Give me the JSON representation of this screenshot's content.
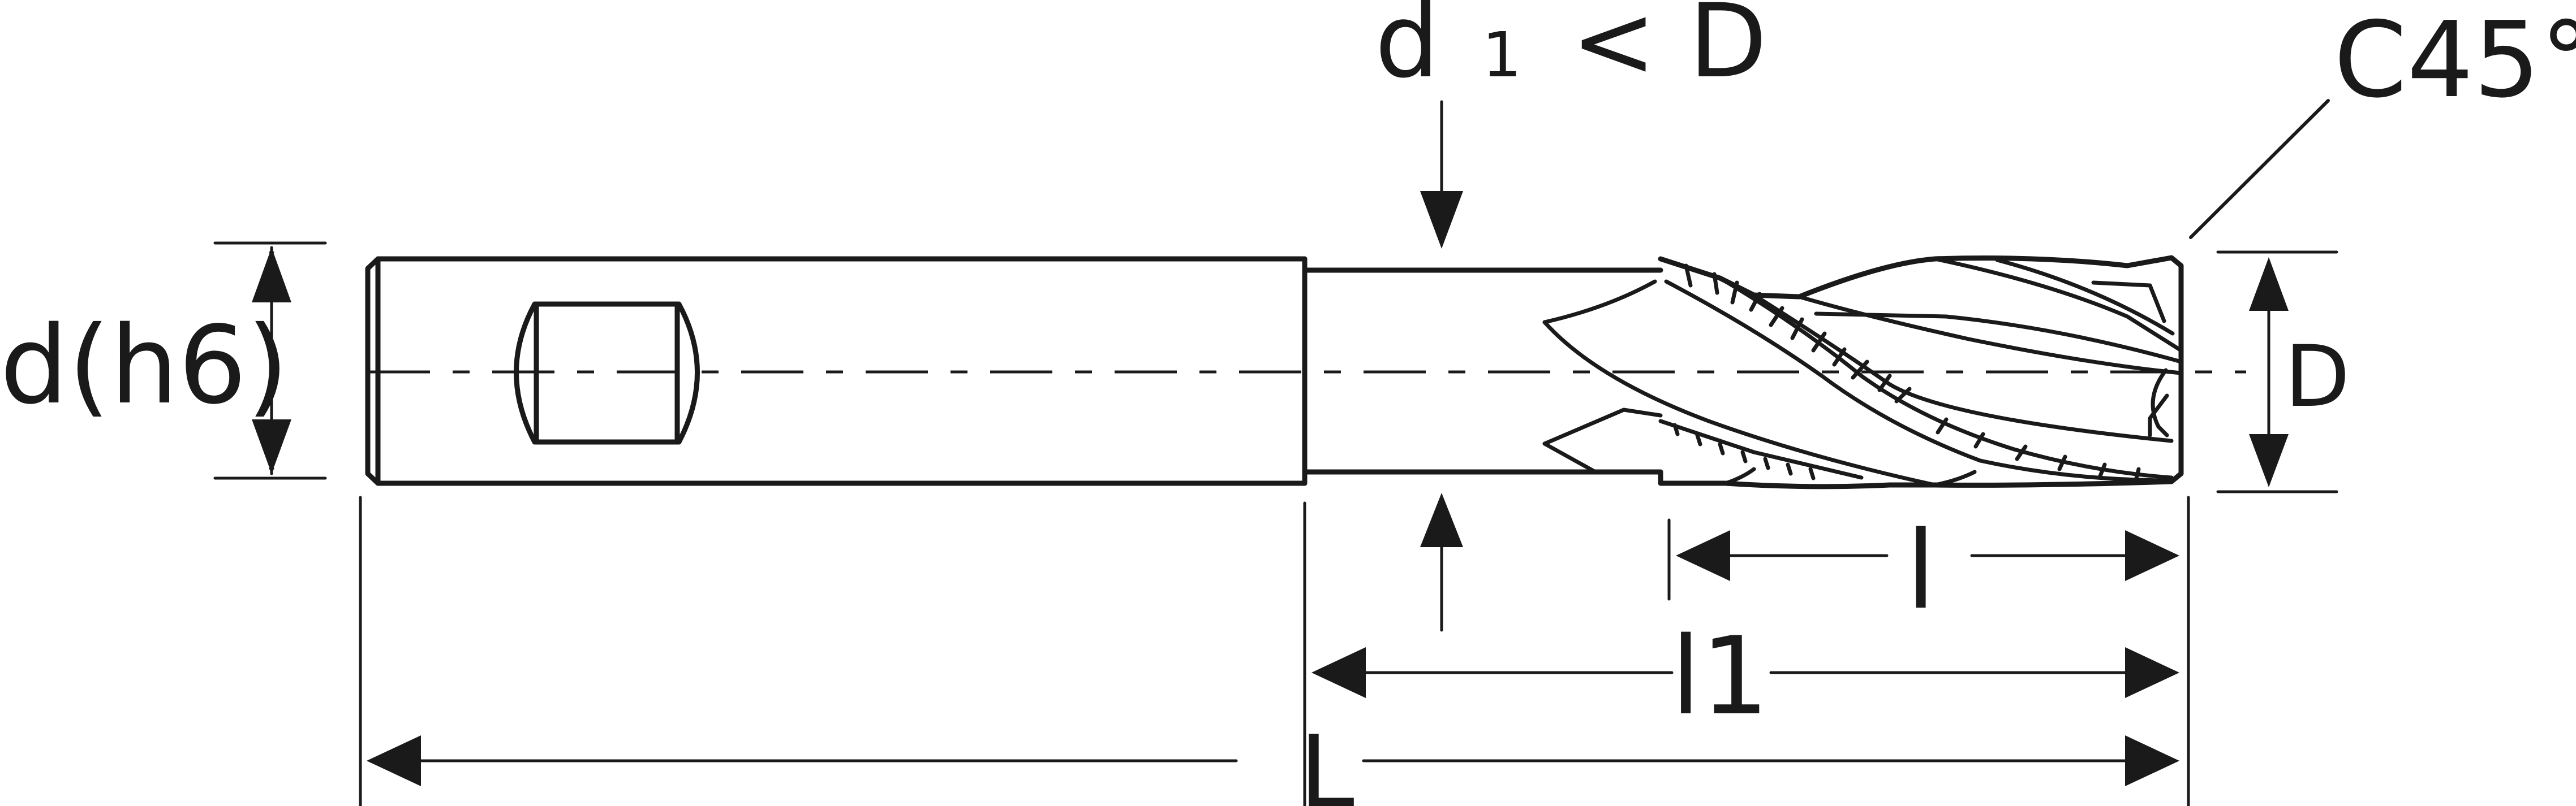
{
  "labels": {
    "shank_diameter": "d(h6)",
    "neck_diameter_main": "d",
    "neck_diameter_sub": "1",
    "neck_diameter_rel": "< D",
    "chamfer": "C45°",
    "cutting_diameter": "D",
    "flute_length": "l",
    "neck_length": "l1",
    "total_length": "L"
  },
  "colors": {
    "ink": "#1a1a1a",
    "background": "#ffffff"
  }
}
